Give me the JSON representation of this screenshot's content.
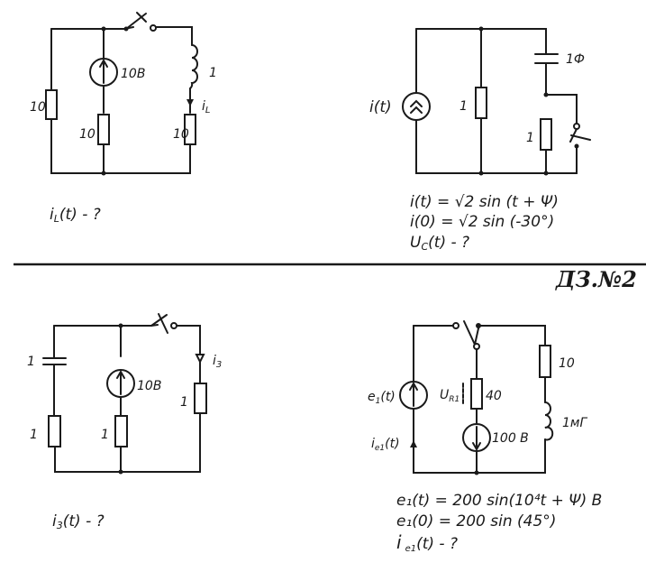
{
  "problem_code": "ДЗ.№2",
  "circuits": [
    {
      "id": "circuit-1",
      "elements": {
        "r_left": "10",
        "source_emf": "10В",
        "r_middle": "10",
        "inductor": "1",
        "current_label": "i",
        "current_sub": "L",
        "r_right": "10"
      },
      "question": "i_L(t) - ?",
      "question_main": "i",
      "question_sub": "L",
      "question_rest": "(t) - ?"
    },
    {
      "id": "circuit-2",
      "elements": {
        "source_current": "i(t)",
        "r_middle": "1",
        "capacitor": "1Ф",
        "r_right": "1"
      },
      "equations": [
        "i(t) = √2 sin (t + Ψ)",
        "i(0) = √2 sin (-30°)"
      ],
      "question_main": "U",
      "question_sub": "C",
      "question_rest": "(t) - ?"
    },
    {
      "id": "circuit-3",
      "elements": {
        "capacitor": "1",
        "r_left": "1",
        "source_emf": "10В",
        "r_middle": "1",
        "current_label": "i",
        "current_sub": "3",
        "r_right": "1"
      },
      "question_main": "i",
      "question_sub": "3",
      "question_rest": "(t) - ?"
    },
    {
      "id": "circuit-4",
      "elements": {
        "source_emf_main": "e",
        "source_emf_sub": "1",
        "source_emf_rest": "(t)",
        "current_main": "i",
        "current_sub": "e1",
        "current_rest": "(t)",
        "voltage_main": "U",
        "voltage_sub": "R1",
        "r_middle": "40",
        "source_dc": "100 В",
        "r_right": "10",
        "inductor": "1мГ"
      },
      "equations": [
        "e₁(t) = 200 sin(10⁴t + Ψ) В",
        "e₁(0) = 200 sin (45°)"
      ],
      "question_main": "i",
      "question_sub": "e1",
      "question_rest": "(t) - ?"
    }
  ]
}
